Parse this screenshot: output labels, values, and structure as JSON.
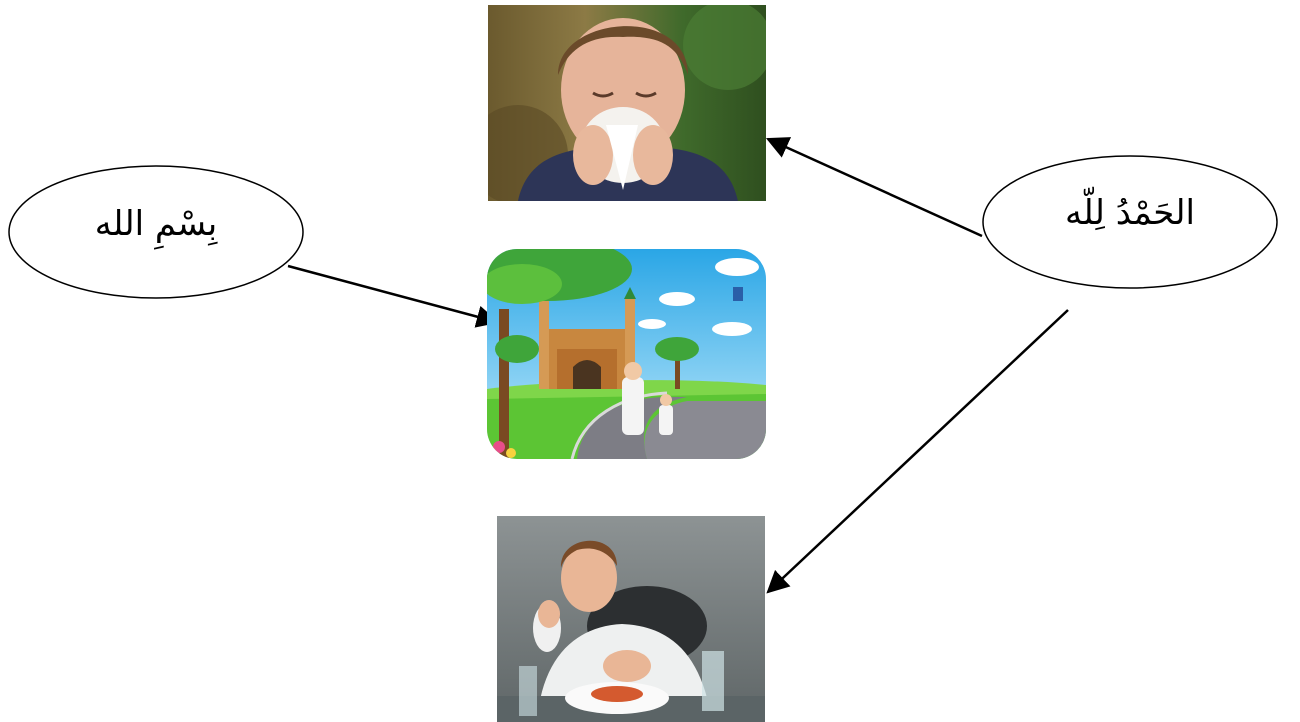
{
  "labels": {
    "bismillah": "بِسْمِ الله",
    "alhamdulillah": "الحَمْدُ لِلّه"
  },
  "pictures": [
    {
      "id": "sneeze",
      "subject": "boy sneezing into a tissue"
    },
    {
      "id": "mosque",
      "subject": "father and son walking to the mosque"
    },
    {
      "id": "eating",
      "subject": "boy finishing a plate of food"
    }
  ],
  "arrows": [
    {
      "from": "bismillah",
      "to": "mosque"
    },
    {
      "from": "alhamdulillah",
      "to": "sneeze"
    },
    {
      "from": "alhamdulillah",
      "to": "eating"
    }
  ],
  "colors": {
    "line": "#000000",
    "background": "#ffffff"
  }
}
